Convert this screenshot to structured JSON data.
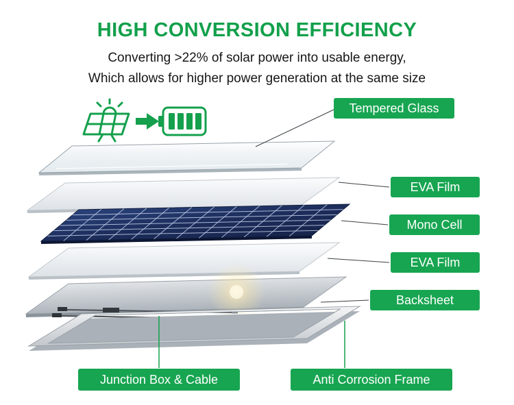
{
  "colors": {
    "accent": "#14A04C",
    "label_box": "#17A551",
    "title": "#12A04B",
    "text": "#161616"
  },
  "header": {
    "title": "HIGH CONVERSION EFFICIENCY",
    "subtitle_line1": "Converting >22% of solar power into usable energy,",
    "subtitle_line2": "Which allows for higher power generation at the same size"
  },
  "diagram": {
    "icons": [
      "solar-panel-icon",
      "arrow-right-icon",
      "battery-icon"
    ],
    "labels": {
      "tempered_glass": "Tempered Glass",
      "eva_film_top": "EVA Film",
      "mono_cell": "Mono Cell",
      "eva_film_bottom": "EVA Film",
      "backsheet": "Backsheet",
      "junction_box": "Junction Box & Cable",
      "anti_corrosion_frame": "Anti Corrosion Frame"
    }
  }
}
